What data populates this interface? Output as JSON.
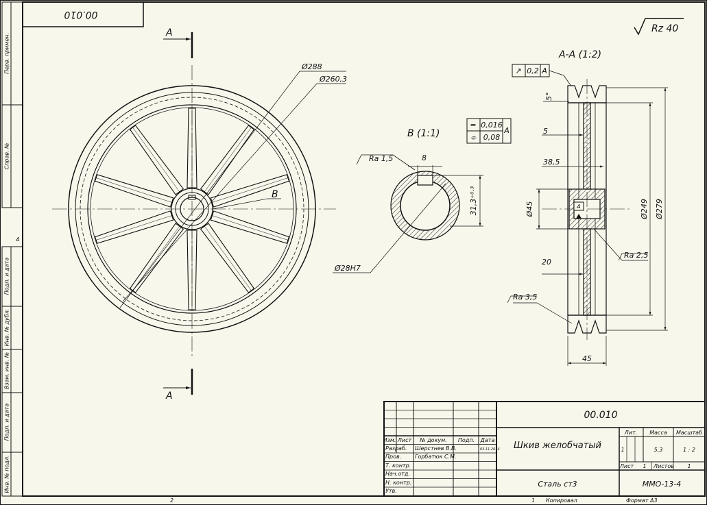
{
  "doc_number_rotated": "00.010",
  "roughness_general": "Rz 40",
  "section_marks": {
    "top": "A",
    "bottom": "A"
  },
  "main_view": {
    "dim_outer": "Ø288",
    "dim_inner": "Ø260,3",
    "detail_label": "B"
  },
  "detail_view": {
    "title": "B (1:1)",
    "roughness": "Ra 1,5",
    "keyway_width": "8",
    "keyway_depth": "31,3⁺⁰·³",
    "bore": "Ø28H7",
    "tolerances": [
      {
        "symbol": "=",
        "value": "0,016",
        "datum": "A"
      },
      {
        "symbol": "⌯",
        "value": "0,08",
        "datum": ""
      }
    ]
  },
  "section_view": {
    "title": "A-A (1:2)",
    "runout": {
      "symbol": "↗",
      "value": "0,2",
      "datum": "A"
    },
    "angle": "5°",
    "dim_5": "5",
    "dim_385": "38,5",
    "dim_d45": "Ø45",
    "datum_a": "A",
    "dim_20": "20",
    "roughness_1": "Ra 2,5",
    "roughness_2": "Ra 3,5",
    "dim_d249": "Ø249",
    "dim_d279": "Ø279",
    "dim_45": "45"
  },
  "side_stamps": [
    "Перв. примен.",
    "Справ. №",
    "Подп. и дата",
    "Инв. № дубл.",
    "Взам. инв. №",
    "Подп. и дата",
    "Инв. № подл."
  ],
  "side_letter": "A",
  "title_block": {
    "code": "00.010",
    "name": "Шкив желобчатый",
    "material": "Сталь ст3",
    "org": "ММО-13-4",
    "headers": [
      "Изм.",
      "Лист",
      "№ докум.",
      "Подп.",
      "Дата"
    ],
    "roles": [
      "Разраб.",
      "Пров.",
      "Т. контр.",
      "Нач.отд.",
      "Н. контр.",
      "Утв."
    ],
    "names": [
      "Шерстнев В.В.",
      "Горбатюк С.М."
    ],
    "date_small": "03.11.2014",
    "lit_label": "Лит.",
    "mass_label": "Масса",
    "scale_label": "Масштаб",
    "lit_value": "1",
    "mass_value": "5,3",
    "scale_value": "1 : 2",
    "sheet_label": "Лист",
    "sheet_value": "1",
    "sheets_label": "Листов",
    "sheets_value": "1"
  },
  "footer": {
    "page": "2",
    "copy_no": "1",
    "copied": "Копировал",
    "format": "Формат А3"
  }
}
